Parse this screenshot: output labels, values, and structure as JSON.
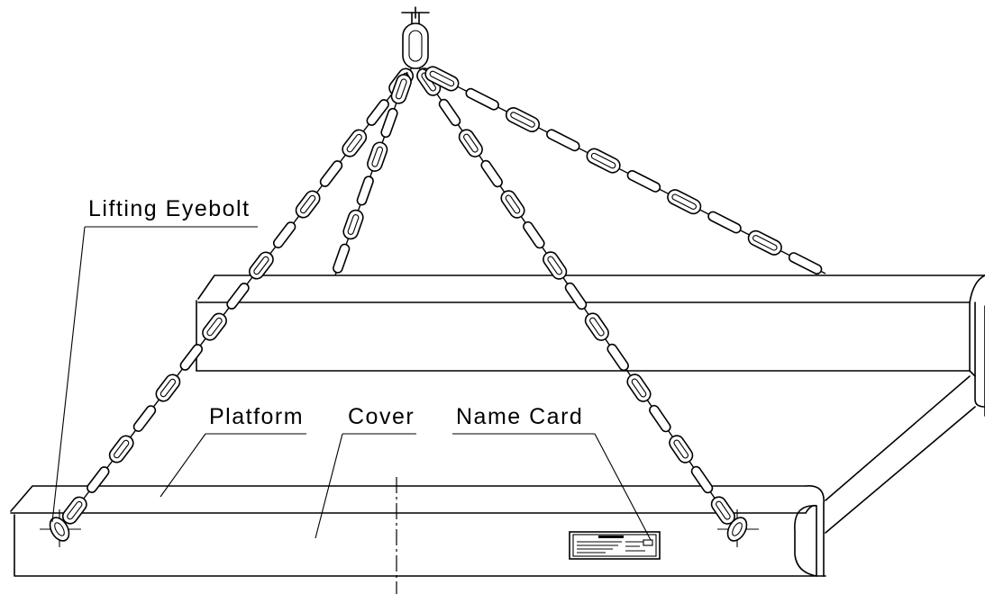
{
  "labels": {
    "lifting_eyebolt": "Lifting Eyebolt",
    "platform": "Platform",
    "cover": "Cover",
    "name_card": "Name Card"
  }
}
